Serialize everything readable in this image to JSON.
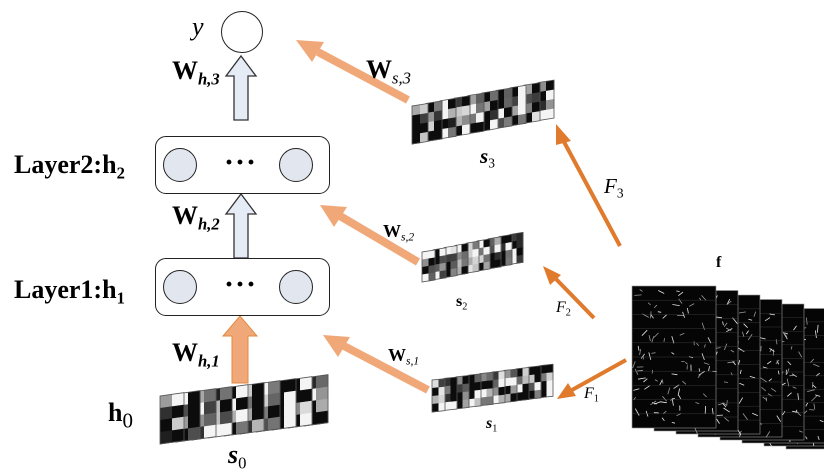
{
  "output": {
    "var": "y"
  },
  "layer2": {
    "name": "Layer2:",
    "var": "h",
    "sub": "2",
    "ellipsis": "···"
  },
  "layer1": {
    "name": "Layer1:",
    "var": "h",
    "sub": "1",
    "ellipsis": "···"
  },
  "input": {
    "var": "h",
    "sub": "0"
  },
  "vertical_weights": [
    {
      "var": "W",
      "sub": "h,3"
    },
    {
      "var": "W",
      "sub": "h,2"
    },
    {
      "var": "W",
      "sub": "h,1"
    }
  ],
  "side_weights": [
    {
      "var": "W",
      "sub": "s,3"
    },
    {
      "var": "W",
      "sub": "s,2"
    },
    {
      "var": "W",
      "sub": "s,1"
    }
  ],
  "subsequences": [
    {
      "var": "s",
      "sub": "3"
    },
    {
      "var": "s",
      "sub": "2"
    },
    {
      "var": "s",
      "sub": "1"
    },
    {
      "var": "s",
      "sub": "0"
    }
  ],
  "feature_map": {
    "label": "f"
  },
  "transforms": [
    {
      "var": "F",
      "sub": "3"
    },
    {
      "var": "F",
      "sub": "2"
    },
    {
      "var": "F",
      "sub": "1"
    }
  ],
  "colors": {
    "orange": "#f0a878",
    "orange_dark": "#e07a2c",
    "blue_light": "#e6ecf6",
    "node_fill": "#e2e6ee"
  }
}
